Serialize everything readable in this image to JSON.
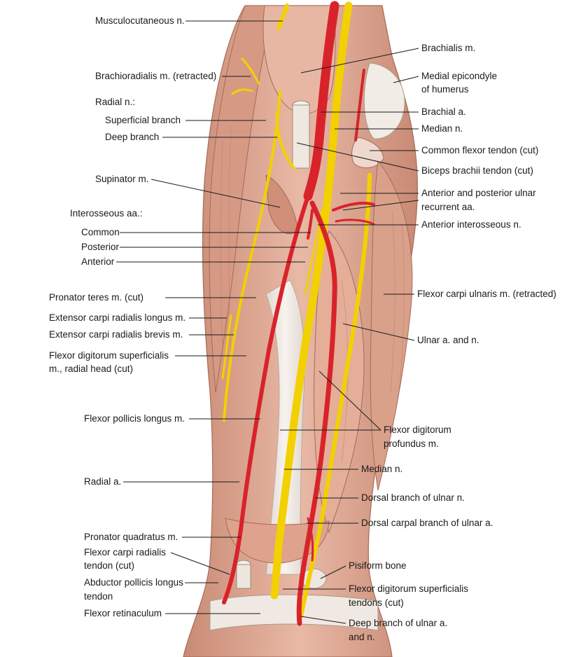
{
  "colors": {
    "artery": "#d8232a",
    "nerve": "#f3d000",
    "muscle_base": "#e0ab97",
    "muscle_dark": "#b8735f",
    "tendon": "#ede6df",
    "leader": "#1a1a1a"
  },
  "left_labels": [
    {
      "id": "musculocutaneous",
      "text": "Musculocutaneous n."
    },
    {
      "id": "brachioradialis",
      "text": "Brachioradialis m. (retracted)"
    },
    {
      "id": "radial-n",
      "text": "Radial n.:"
    },
    {
      "id": "superficial-branch",
      "text": "Superficial branch"
    },
    {
      "id": "deep-branch",
      "text": "Deep branch"
    },
    {
      "id": "supinator",
      "text": "Supinator m."
    },
    {
      "id": "interosseous-aa",
      "text": "Interosseous aa.:"
    },
    {
      "id": "common",
      "text": "Common"
    },
    {
      "id": "posterior",
      "text": "Posterior"
    },
    {
      "id": "anterior",
      "text": "Anterior"
    },
    {
      "id": "pronator-teres",
      "text": "Pronator teres m. (cut)"
    },
    {
      "id": "ecr-longus",
      "text": "Extensor carpi radialis longus m."
    },
    {
      "id": "ecr-brevis",
      "text": "Extensor carpi radialis brevis m."
    },
    {
      "id": "fds-radial-1",
      "text": "Flexor digitorum superficialis"
    },
    {
      "id": "fds-radial-2",
      "text": "m., radial head (cut)"
    },
    {
      "id": "fpl",
      "text": "Flexor pollicis longus m."
    },
    {
      "id": "radial-a",
      "text": "Radial a."
    },
    {
      "id": "pronator-quadratus",
      "text": "Pronator quadratus m."
    },
    {
      "id": "fcr-1",
      "text": "Flexor carpi radialis"
    },
    {
      "id": "fcr-2",
      "text": "tendon (cut)"
    },
    {
      "id": "apl-1",
      "text": "Abductor pollicis longus"
    },
    {
      "id": "apl-2",
      "text": "tendon"
    },
    {
      "id": "flexor-retinaculum",
      "text": "Flexor retinaculum"
    }
  ],
  "right_labels": [
    {
      "id": "brachialis",
      "text": "Brachialis m."
    },
    {
      "id": "medial-epicondyle-1",
      "text": "Medial epicondyle"
    },
    {
      "id": "medial-epicondyle-2",
      "text": "of humerus"
    },
    {
      "id": "brachial-a",
      "text": "Brachial a."
    },
    {
      "id": "median-n-top",
      "text": "Median n."
    },
    {
      "id": "common-flexor",
      "text": "Common flexor tendon (cut)"
    },
    {
      "id": "biceps",
      "text": "Biceps brachii tendon (cut)"
    },
    {
      "id": "ulnar-recurrent-1",
      "text": "Anterior and posterior ulnar"
    },
    {
      "id": "ulnar-recurrent-2",
      "text": "recurrent aa."
    },
    {
      "id": "anterior-interosseous-n",
      "text": "Anterior interosseous n."
    },
    {
      "id": "fcu",
      "text": "Flexor carpi ulnaris m. (retracted)"
    },
    {
      "id": "ulnar-a-n",
      "text": "Ulnar a. and n."
    },
    {
      "id": "fdp-1",
      "text": "Flexor digitorum"
    },
    {
      "id": "fdp-2",
      "text": "profundus m."
    },
    {
      "id": "median-n-low",
      "text": "Median n."
    },
    {
      "id": "dorsal-ulnar-n",
      "text": "Dorsal branch of ulnar n."
    },
    {
      "id": "dorsal-carpal",
      "text": "Dorsal carpal branch of ulnar a."
    },
    {
      "id": "pisiform",
      "text": "Pisiform bone"
    },
    {
      "id": "fds-tendons-1",
      "text": "Flexor digitorum superficialis"
    },
    {
      "id": "fds-tendons-2",
      "text": "tendons (cut)"
    },
    {
      "id": "deep-ulnar-1",
      "text": "Deep branch of ulnar a."
    },
    {
      "id": "deep-ulnar-2",
      "text": "and n."
    }
  ]
}
